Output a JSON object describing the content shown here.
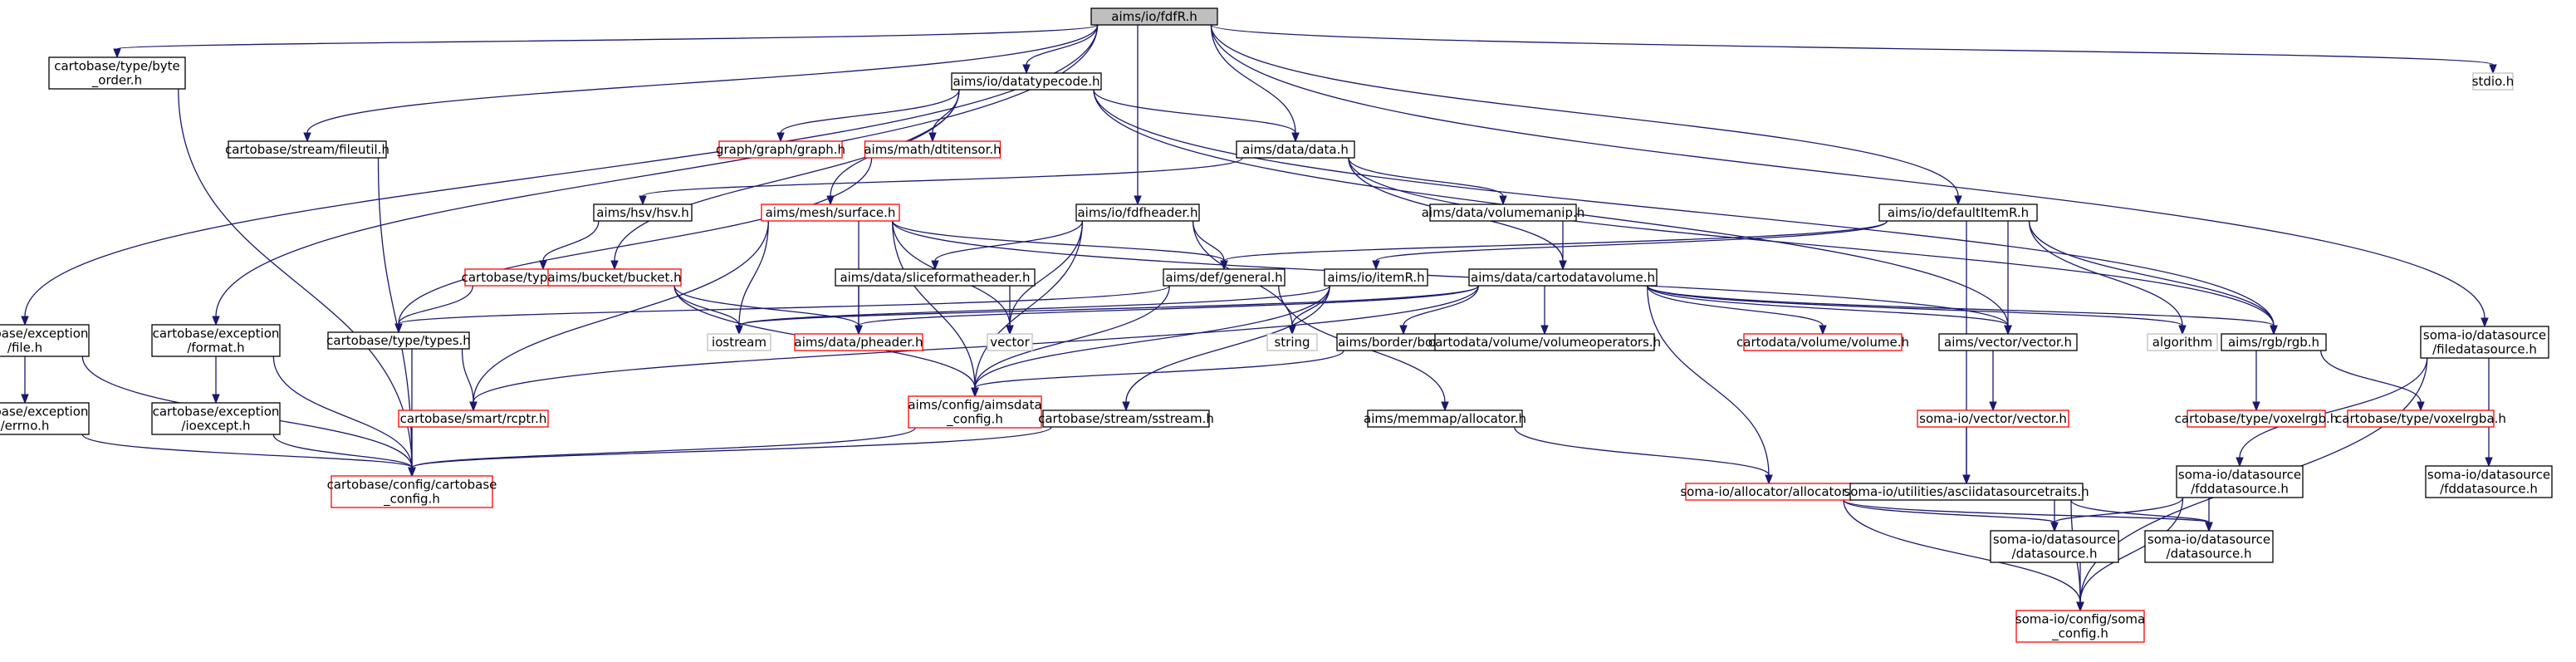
{
  "diagram": {
    "type": "include-dependency-graph",
    "colors": {
      "edge": "#191970",
      "root_fill": "#bfbfbf",
      "normal_border": "#000000",
      "red_border": "#ff0000",
      "grey_border": "#bfbfbf",
      "fill": "#ffffff"
    },
    "nodes": [
      {
        "id": "fdfr",
        "lines": [
          "aims/io/fdfR.h"
        ],
        "style": "root"
      },
      {
        "id": "stdio",
        "lines": [
          "stdio.h"
        ],
        "style": "grey"
      },
      {
        "id": "byteorder",
        "lines": [
          "cartobase/type/byte",
          "_order.h"
        ],
        "style": "normal"
      },
      {
        "id": "datatypecode",
        "lines": [
          "aims/io/datatypecode.h"
        ],
        "style": "normal"
      },
      {
        "id": "fileutil",
        "lines": [
          "cartobase/stream/fileutil.h"
        ],
        "style": "normal"
      },
      {
        "id": "graph",
        "lines": [
          "graph/graph/graph.h"
        ],
        "style": "red"
      },
      {
        "id": "dtitensor",
        "lines": [
          "aims/math/dtitensor.h"
        ],
        "style": "red"
      },
      {
        "id": "data",
        "lines": [
          "aims/data/data.h"
        ],
        "style": "normal"
      },
      {
        "id": "hsv",
        "lines": [
          "aims/hsv/hsv.h"
        ],
        "style": "normal"
      },
      {
        "id": "surface",
        "lines": [
          "aims/mesh/surface.h"
        ],
        "style": "red"
      },
      {
        "id": "fdfheader",
        "lines": [
          "aims/io/fdfheader.h"
        ],
        "style": "normal"
      },
      {
        "id": "volumemanip",
        "lines": [
          "aims/data/volumemanip.h"
        ],
        "style": "normal"
      },
      {
        "id": "defaultitemr",
        "lines": [
          "aims/io/defaultItemR.h"
        ],
        "style": "normal"
      },
      {
        "id": "voxelhsv",
        "lines": [
          "cartobase/type/voxelhsv.h"
        ],
        "style": "red"
      },
      {
        "id": "bucket",
        "lines": [
          "aims/bucket/bucket.h"
        ],
        "style": "red"
      },
      {
        "id": "sliceformat",
        "lines": [
          "aims/data/sliceformatheader.h"
        ],
        "style": "normal"
      },
      {
        "id": "general",
        "lines": [
          "aims/def/general.h"
        ],
        "style": "normal"
      },
      {
        "id": "itemr",
        "lines": [
          "aims/io/itemR.h"
        ],
        "style": "normal"
      },
      {
        "id": "cartodatavolume",
        "lines": [
          "aims/data/cartodatavolume.h"
        ],
        "style": "normal"
      },
      {
        "id": "excfile",
        "lines": [
          "cartobase/exception",
          "/file.h"
        ],
        "style": "normal"
      },
      {
        "id": "excformat",
        "lines": [
          "cartobase/exception",
          "/format.h"
        ],
        "style": "normal"
      },
      {
        "id": "types",
        "lines": [
          "cartobase/type/types.h"
        ],
        "style": "normal"
      },
      {
        "id": "iostream",
        "lines": [
          "iostream"
        ],
        "style": "grey"
      },
      {
        "id": "pheader",
        "lines": [
          "aims/data/pheader.h"
        ],
        "style": "red"
      },
      {
        "id": "vector",
        "lines": [
          "vector"
        ],
        "style": "grey"
      },
      {
        "id": "string",
        "lines": [
          "string"
        ],
        "style": "grey"
      },
      {
        "id": "border",
        "lines": [
          "aims/border/border.h"
        ],
        "style": "normal"
      },
      {
        "id": "volumeops",
        "lines": [
          "cartodata/volume/volumeoperators.h"
        ],
        "style": "normal"
      },
      {
        "id": "volume",
        "lines": [
          "cartodata/volume/volume.h"
        ],
        "style": "red"
      },
      {
        "id": "aimsvector",
        "lines": [
          "aims/vector/vector.h"
        ],
        "style": "normal"
      },
      {
        "id": "algorithm",
        "lines": [
          "algorithm"
        ],
        "style": "grey"
      },
      {
        "id": "rgb",
        "lines": [
          "aims/rgb/rgb.h"
        ],
        "style": "normal"
      },
      {
        "id": "filedatasource",
        "lines": [
          "soma-io/datasource",
          "/filedatasource.h"
        ],
        "style": "normal"
      },
      {
        "id": "errno",
        "lines": [
          "cartobase/exception",
          "/errno.h"
        ],
        "style": "normal"
      },
      {
        "id": "ioexcept",
        "lines": [
          "cartobase/exception",
          "/ioexcept.h"
        ],
        "style": "normal"
      },
      {
        "id": "rcptr",
        "lines": [
          "cartobase/smart/rcptr.h"
        ],
        "style": "red"
      },
      {
        "id": "aimsdataconfig",
        "lines": [
          "aims/config/aimsdata",
          "_config.h"
        ],
        "style": "red"
      },
      {
        "id": "sstream",
        "lines": [
          "cartobase/stream/sstream.h"
        ],
        "style": "normal"
      },
      {
        "id": "memallocator",
        "lines": [
          "aims/memmap/allocator.h"
        ],
        "style": "normal"
      },
      {
        "id": "somavector",
        "lines": [
          "soma-io/vector/vector.h"
        ],
        "style": "red"
      },
      {
        "id": "voxelrgb",
        "lines": [
          "cartobase/type/voxelrgb.h"
        ],
        "style": "red"
      },
      {
        "id": "voxelrgba",
        "lines": [
          "cartobase/type/voxelrgba.h"
        ],
        "style": "red"
      },
      {
        "id": "cartobaseconfig",
        "lines": [
          "cartobase/config/cartobase",
          "_config.h"
        ],
        "style": "red"
      },
      {
        "id": "somaallocator",
        "lines": [
          "soma-io/allocator/allocator.h"
        ],
        "style": "red"
      },
      {
        "id": "asciitraits",
        "lines": [
          "soma-io/utilities/asciidatasourcetraits.h"
        ],
        "style": "normal"
      },
      {
        "id": "fddatasource",
        "lines": [
          "soma-io/datasource",
          "/fddatasource.h"
        ],
        "style": "normal"
      },
      {
        "id": "fddatasource2",
        "lines": [
          "soma-io/datasource",
          "/fddatasource.h"
        ],
        "style": "normal"
      },
      {
        "id": "datasource",
        "lines": [
          "soma-io/datasource",
          "/datasource.h"
        ],
        "style": "normal"
      },
      {
        "id": "datasource2",
        "lines": [
          "soma-io/datasource",
          "/datasource.h"
        ],
        "style": "normal"
      },
      {
        "id": "somaconfig",
        "lines": [
          "soma-io/config/soma",
          "_config.h"
        ],
        "style": "red"
      }
    ],
    "edges": [
      [
        "fdfr",
        "stdio"
      ],
      [
        "fdfr",
        "byteorder"
      ],
      [
        "fdfr",
        "datatypecode"
      ],
      [
        "fdfr",
        "fileutil"
      ],
      [
        "fdfr",
        "data"
      ],
      [
        "fdfr",
        "fdfheader"
      ],
      [
        "fdfr",
        "defaultitemr"
      ],
      [
        "fdfr",
        "excfile"
      ],
      [
        "fdfr",
        "excformat"
      ],
      [
        "fdfr",
        "filedatasource"
      ],
      [
        "byteorder",
        "cartobaseconfig"
      ],
      [
        "fileutil",
        "cartobaseconfig"
      ],
      [
        "datatypecode",
        "graph"
      ],
      [
        "datatypecode",
        "dtitensor"
      ],
      [
        "datatypecode",
        "data"
      ],
      [
        "datatypecode",
        "surface"
      ],
      [
        "datatypecode",
        "bucket"
      ],
      [
        "datatypecode",
        "aimsvector"
      ],
      [
        "datatypecode",
        "rgb"
      ],
      [
        "dtitensor",
        "types"
      ],
      [
        "data",
        "hsv"
      ],
      [
        "data",
        "volumemanip"
      ],
      [
        "data",
        "cartodatavolume"
      ],
      [
        "data",
        "rgb"
      ],
      [
        "hsv",
        "voxelhsv"
      ],
      [
        "voxelhsv",
        "types"
      ],
      [
        "surface",
        "general"
      ],
      [
        "surface",
        "iostream"
      ],
      [
        "surface",
        "pheader"
      ],
      [
        "surface",
        "vector"
      ],
      [
        "surface",
        "rcptr"
      ],
      [
        "surface",
        "aimsdataconfig"
      ],
      [
        "surface",
        "aimsvector"
      ],
      [
        "bucket",
        "iostream"
      ],
      [
        "bucket",
        "pheader"
      ],
      [
        "bucket",
        "aimsdataconfig"
      ],
      [
        "fdfheader",
        "sliceformat"
      ],
      [
        "fdfheader",
        "general"
      ],
      [
        "fdfheader",
        "vector"
      ],
      [
        "fdfheader",
        "aimsdataconfig"
      ],
      [
        "fdfheader",
        "string"
      ],
      [
        "sliceformat",
        "pheader"
      ],
      [
        "sliceformat",
        "vector"
      ],
      [
        "volumemanip",
        "cartodatavolume"
      ],
      [
        "defaultitemr",
        "itemr"
      ],
      [
        "defaultitemr",
        "general"
      ],
      [
        "defaultitemr",
        "aimsvector"
      ],
      [
        "defaultitemr",
        "rgb"
      ],
      [
        "defaultitemr",
        "algorithm"
      ],
      [
        "defaultitemr",
        "asciitraits"
      ],
      [
        "general",
        "types"
      ],
      [
        "general",
        "aimsdataconfig"
      ],
      [
        "general",
        "memallocator"
      ],
      [
        "itemr",
        "string"
      ],
      [
        "itemr",
        "aimsdataconfig"
      ],
      [
        "itemr",
        "sstream"
      ],
      [
        "itemr",
        "iostream"
      ],
      [
        "cartodatavolume",
        "pheader"
      ],
      [
        "cartodatavolume",
        "border"
      ],
      [
        "cartodatavolume",
        "volumeops"
      ],
      [
        "cartodatavolume",
        "volume"
      ],
      [
        "cartodatavolume",
        "aimsvector"
      ],
      [
        "cartodatavolume",
        "algorithm"
      ],
      [
        "cartodatavolume",
        "rgb"
      ],
      [
        "cartodatavolume",
        "somaallocator"
      ],
      [
        "cartodatavolume",
        "rcptr"
      ],
      [
        "cartodatavolume",
        "iostream"
      ],
      [
        "border",
        "aimsdataconfig"
      ],
      [
        "excfile",
        "errno"
      ],
      [
        "excfile",
        "cartobaseconfig"
      ],
      [
        "errno",
        "cartobaseconfig"
      ],
      [
        "excformat",
        "ioexcept"
      ],
      [
        "excformat",
        "cartobaseconfig"
      ],
      [
        "ioexcept",
        "cartobaseconfig"
      ],
      [
        "types",
        "rcptr"
      ],
      [
        "types",
        "cartobaseconfig"
      ],
      [
        "rcptr",
        "cartobaseconfig"
      ],
      [
        "aimsdataconfig",
        "cartobaseconfig"
      ],
      [
        "sstream",
        "cartobaseconfig"
      ],
      [
        "memallocator",
        "somaallocator"
      ],
      [
        "aimsvector",
        "somavector"
      ],
      [
        "somavector",
        "asciitraits"
      ],
      [
        "rgb",
        "voxelrgb"
      ],
      [
        "rgb",
        "voxelrgba"
      ],
      [
        "filedatasource",
        "fddatasource"
      ],
      [
        "filedatasource",
        "fddatasource2"
      ],
      [
        "filedatasource",
        "somaconfig"
      ],
      [
        "somaallocator",
        "datasource"
      ],
      [
        "somaallocator",
        "datasource2"
      ],
      [
        "somaallocator",
        "somaconfig"
      ],
      [
        "asciitraits",
        "datasource"
      ],
      [
        "asciitraits",
        "datasource2"
      ],
      [
        "asciitraits",
        "somaconfig"
      ],
      [
        "fddatasource",
        "datasource"
      ],
      [
        "fddatasource",
        "datasource2"
      ],
      [
        "fddatasource",
        "somaconfig"
      ],
      [
        "datasource",
        "somaconfig"
      ]
    ]
  }
}
